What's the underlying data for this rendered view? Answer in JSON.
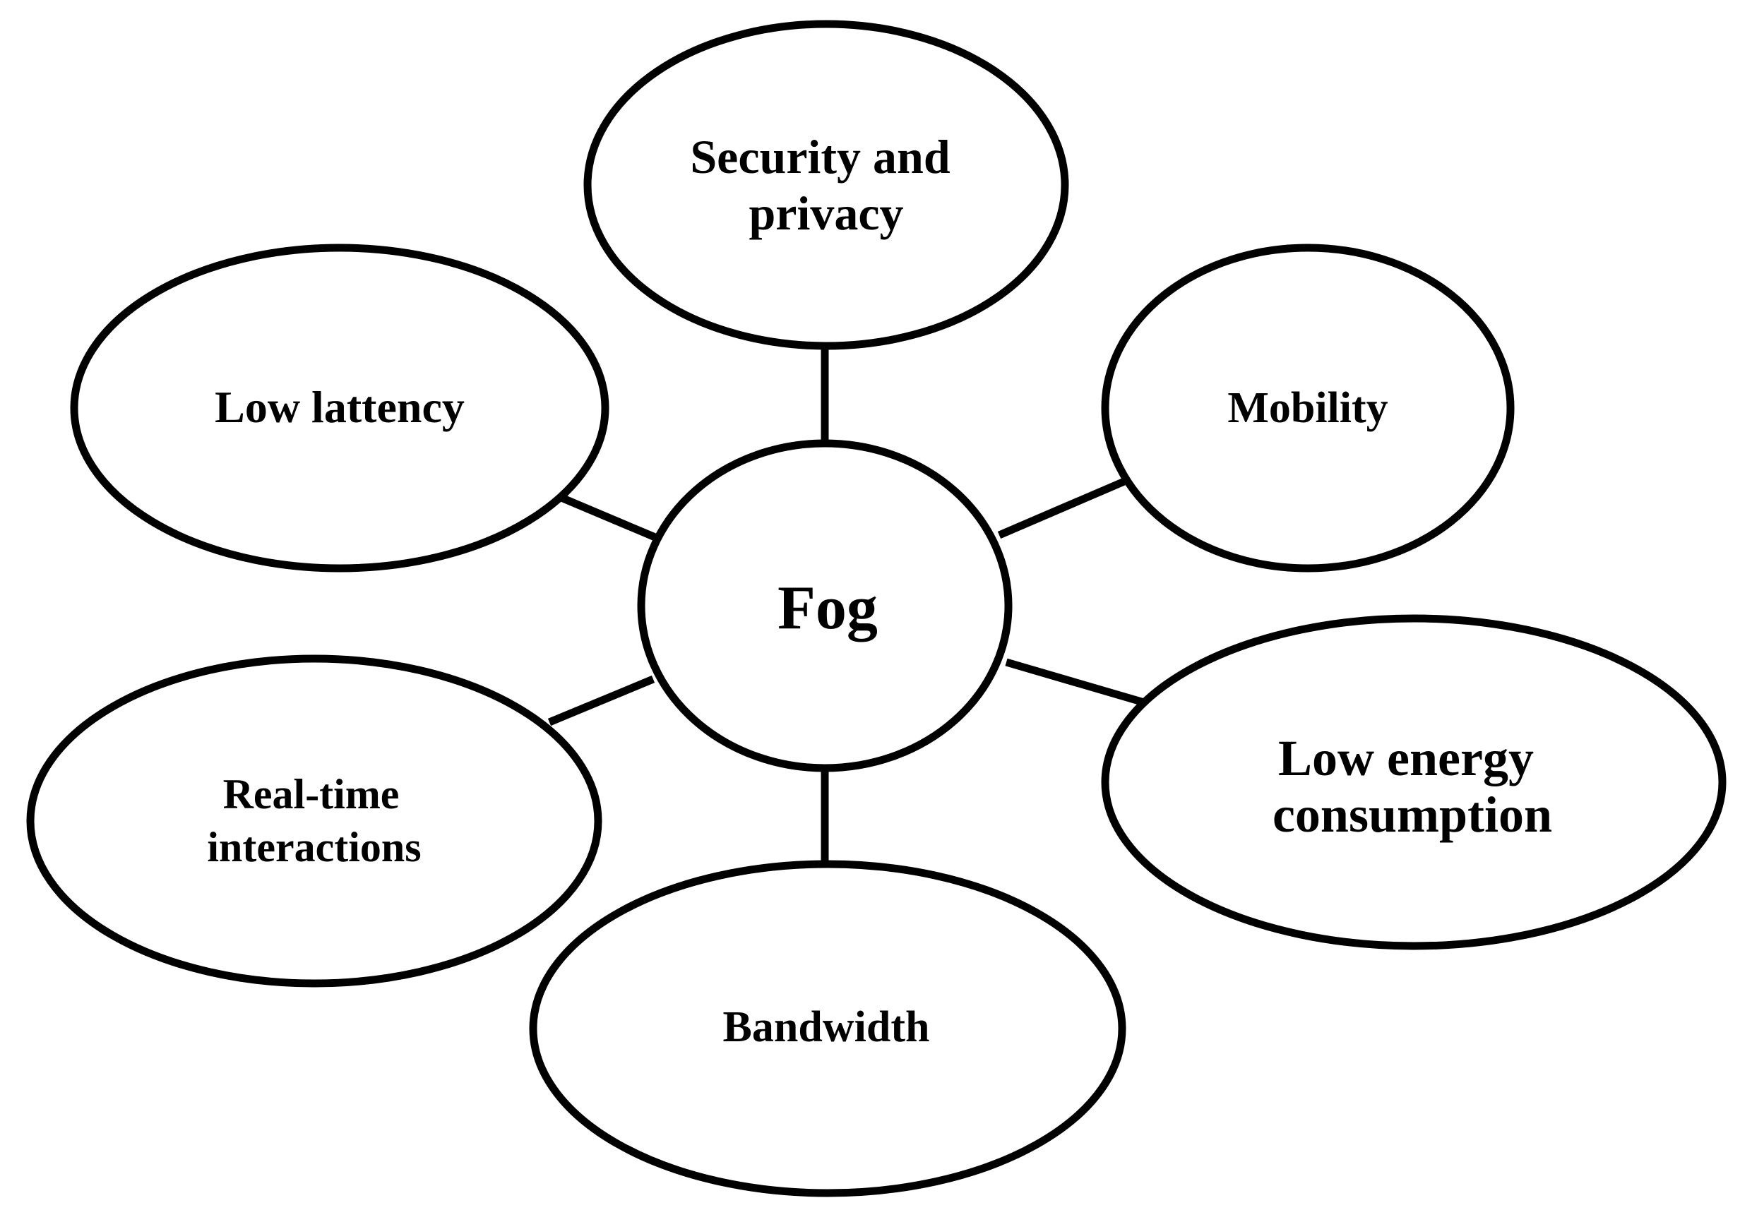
{
  "diagram": {
    "center": {
      "label": "Fog"
    },
    "nodes": [
      {
        "id": "security-and-privacy",
        "lines": [
          "Security and",
          "privacy"
        ]
      },
      {
        "id": "low-lattency",
        "lines": [
          "Low lattency"
        ]
      },
      {
        "id": "mobility",
        "lines": [
          "Mobility"
        ]
      },
      {
        "id": "real-time-interactions",
        "lines": [
          "Real-time",
          "interactions"
        ]
      },
      {
        "id": "low-energy-consumption",
        "lines": [
          "Low energy",
          "consumption"
        ]
      },
      {
        "id": "bandwidth",
        "lines": [
          "Bandwidth"
        ]
      }
    ]
  },
  "colors": {
    "stroke": "#000000",
    "fill": "#ffffff",
    "text": "#000000"
  }
}
